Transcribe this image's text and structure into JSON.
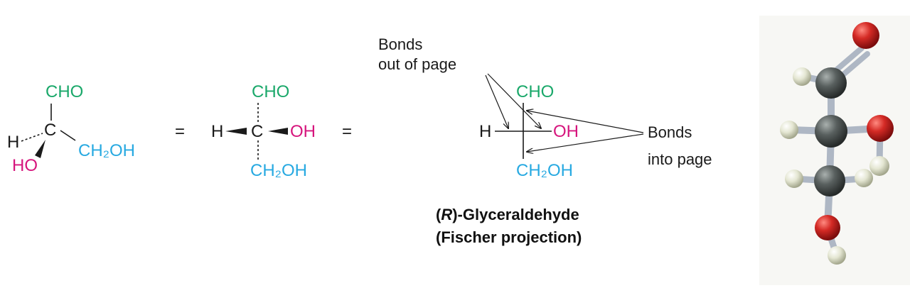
{
  "colors": {
    "aldehyde": "#1aa86a",
    "hydroxyl": "#d6157d",
    "hydroxymethyl": "#27a9e1",
    "ink": "#1a1a1a"
  },
  "perspective": {
    "top": "CHO",
    "hydrogen": "H",
    "carbon": "C",
    "right_group": "CH₂OH",
    "wedge_group": "HO"
  },
  "equals": [
    "=",
    "="
  ],
  "wedge_structure": {
    "top": "CHO",
    "left": "H",
    "carbon": "C",
    "right": "OH",
    "bottom": "CH₂OH"
  },
  "fischer": {
    "top": "CHO",
    "left": "H",
    "right": "OH",
    "bottom": "CH₂OH",
    "bonds_out_line1": "Bonds",
    "bonds_out_line2": "out of page",
    "bonds_in_line1": "Bonds",
    "bonds_in_line2": "into page",
    "caption_prefix": "(",
    "caption_r": "R",
    "caption_rest": ")-Glyceraldehyde",
    "caption_line2": "(Fischer projection)"
  },
  "model": {
    "atoms": [
      "oxygen",
      "carbon",
      "hydrogen"
    ],
    "colors": {
      "oxygen": "#c41e22",
      "carbon": "#4f5655",
      "hydrogen": "#e2e4d0"
    }
  }
}
